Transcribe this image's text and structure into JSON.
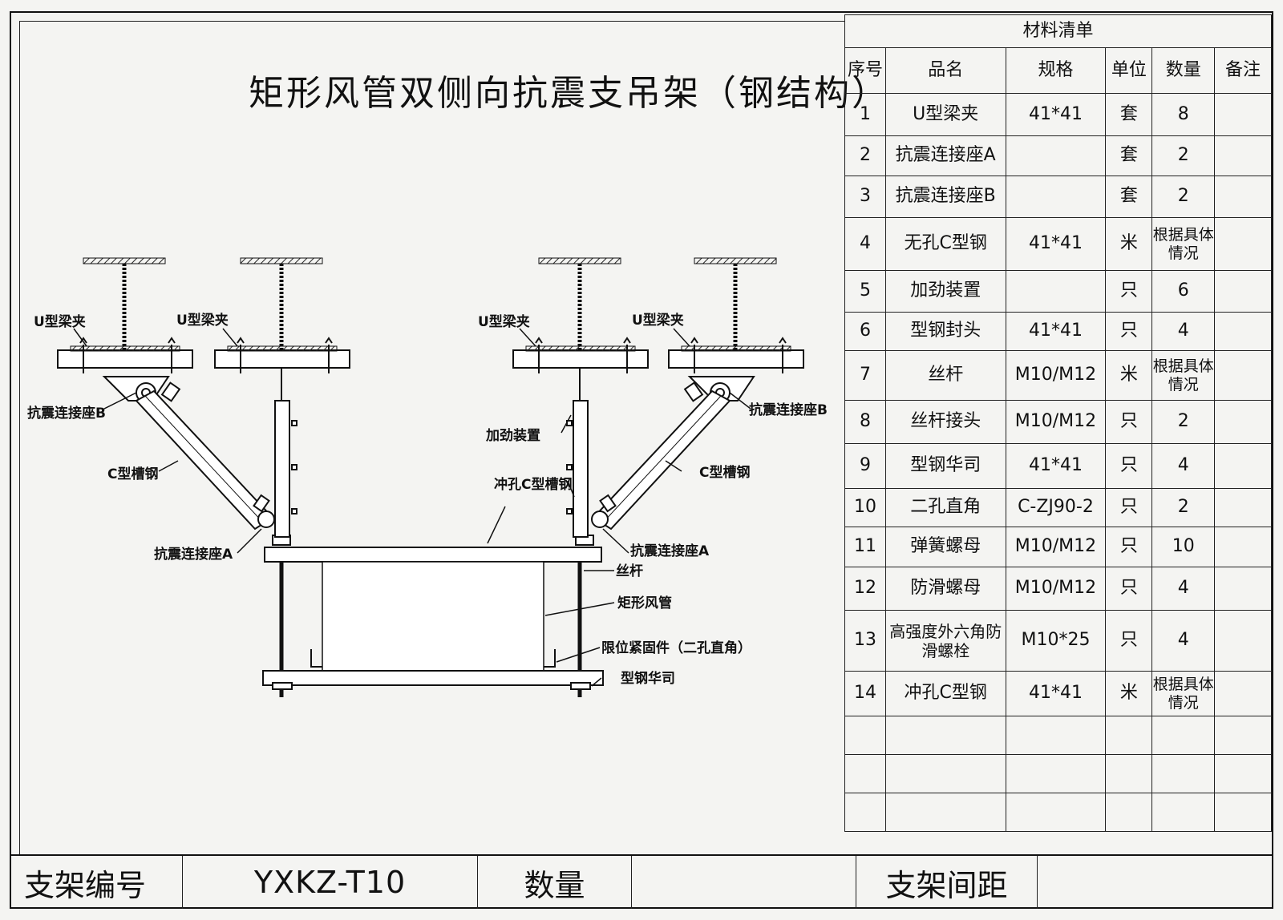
{
  "title": "矩形风管双侧向抗震支吊架（钢结构）",
  "labels": {
    "u_clamp": "U型梁夹",
    "seat_b": "抗震连接座B",
    "seat_a": "抗震连接座A",
    "c_channel": "C型槽钢",
    "stiffener": "加劲装置",
    "punched_c": "冲孔C型槽钢",
    "rod": "丝杆",
    "duct": "矩形风管",
    "limit_fastener": "限位紧固件（二孔直角）",
    "washer": "型钢华司"
  },
  "bom": {
    "caption": "材料清单",
    "headers": [
      "序号",
      "品名",
      "规格",
      "单位",
      "数量",
      "备注"
    ],
    "rows": [
      [
        "1",
        "U型梁夹",
        "41*41",
        "套",
        "8",
        ""
      ],
      [
        "2",
        "抗震连接座A",
        "",
        "套",
        "2",
        ""
      ],
      [
        "3",
        "抗震连接座B",
        "",
        "套",
        "2",
        ""
      ],
      [
        "4",
        "无孔C型钢",
        "41*41",
        "米",
        "根据具体情况",
        ""
      ],
      [
        "5",
        "加劲装置",
        "",
        "只",
        "6",
        ""
      ],
      [
        "6",
        "型钢封头",
        "41*41",
        "只",
        "4",
        ""
      ],
      [
        "7",
        "丝杆",
        "M10/M12",
        "米",
        "根据具体情况",
        ""
      ],
      [
        "8",
        "丝杆接头",
        "M10/M12",
        "只",
        "2",
        ""
      ],
      [
        "9",
        "型钢华司",
        "41*41",
        "只",
        "4",
        ""
      ],
      [
        "10",
        "二孔直角",
        "C-ZJ90-2",
        "只",
        "2",
        ""
      ],
      [
        "11",
        "弹簧螺母",
        "M10/M12",
        "只",
        "10",
        ""
      ],
      [
        "12",
        "防滑螺母",
        "M10/M12",
        "只",
        "4",
        ""
      ],
      [
        "13",
        "高强度外六角防滑螺栓",
        "M10*25",
        "只",
        "4",
        ""
      ],
      [
        "14",
        "冲孔C型钢",
        "41*41",
        "米",
        "根据具体情况",
        ""
      ]
    ]
  },
  "footer": {
    "code_label": "支架编号",
    "code_value": "YXKZ-T10",
    "qty_label": "数量",
    "qty_value": "",
    "spacing_label": "支架间距",
    "spacing_value": ""
  }
}
